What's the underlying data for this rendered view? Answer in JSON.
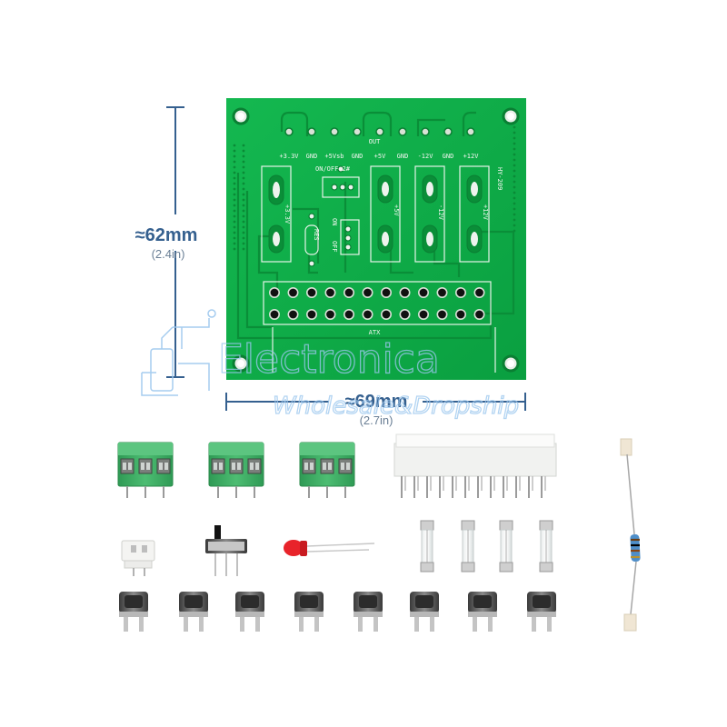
{
  "dimensions": {
    "height_label": "≈62mm",
    "height_sub": "(2.4in)",
    "width_label": "≈69mm",
    "width_sub": "(2.7in)"
  },
  "board": {
    "model": "HY-209",
    "top_label": "OUT",
    "pin_labels": [
      "+3.3V",
      "GND",
      "+5Vsb",
      "GND",
      "+5V",
      "GND",
      "-12V",
      "GND",
      "+12V"
    ],
    "switch_label": "ON/OFF 2#",
    "rail_labels": [
      "+3.3V",
      "+5V",
      "-12V",
      "+12V"
    ],
    "res_label": "RES",
    "on_label": "ON",
    "off_label": "OFF",
    "atx_label": "ATX"
  },
  "watermark": {
    "brand": "Electronica",
    "tagline": "Wholesale&Dropship"
  },
  "colors": {
    "pcb_green": "#0fb04a",
    "dimension_line": "#35608f",
    "terminal_green": "#3fae63",
    "watermark": "#9cc7ee"
  }
}
